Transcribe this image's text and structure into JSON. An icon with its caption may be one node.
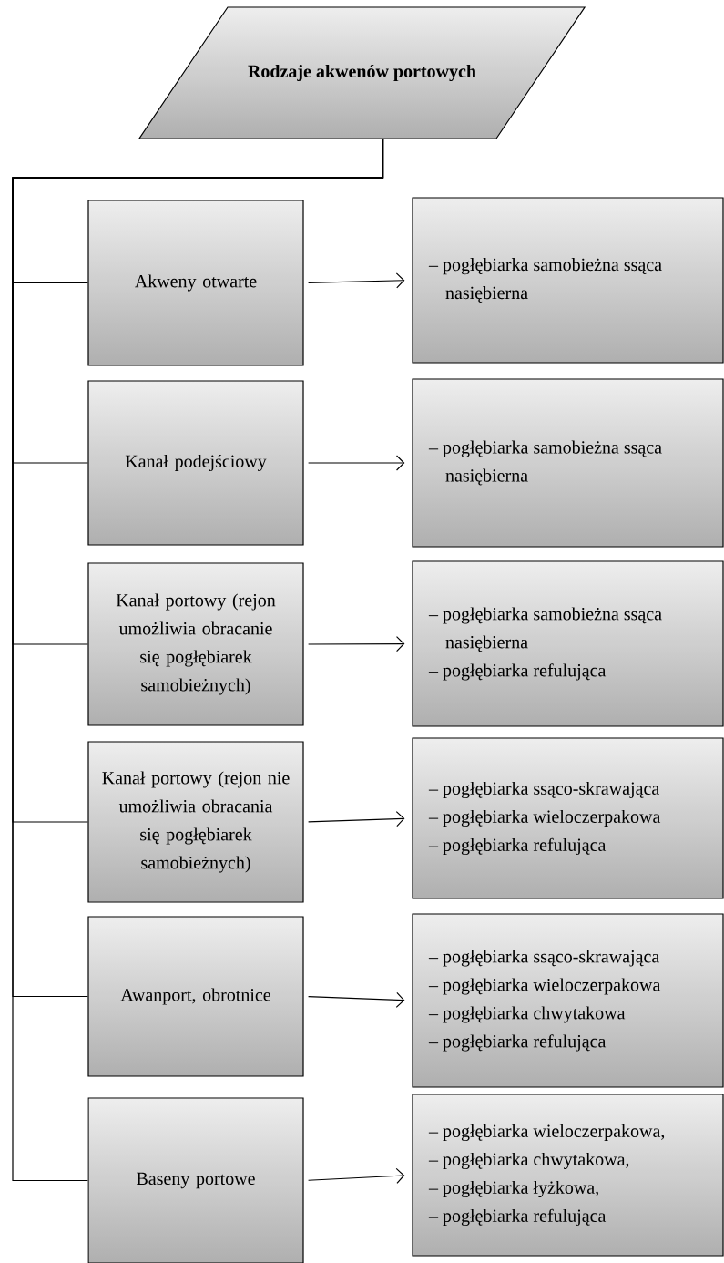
{
  "diagram": {
    "nodes": [
      {
        "text": [
          "Rodzaje akwenów portowych"
        ]
      },
      {
        "text": [
          "Akweny otwarte"
        ]
      },
      {
        "text": [
          "– pogłębiarka samobieżna ssąca nasiębierna"
        ]
      },
      {
        "text": [
          "Kanał podejściowy"
        ]
      },
      {
        "text": [
          "– pogłębiarka samobieżna ssąca nasiębierna"
        ]
      },
      {
        "text": [
          "Kanał portowy (rejon umożliwia obracanie się pogłębiarek samobieżnych)"
        ]
      },
      {
        "text": [
          "– pogłębiarka samobieżna ssąca nasiębierna",
          "– pogłębiarka refulująca"
        ]
      },
      {
        "text": [
          "Kanał portowy (rejon nie umożliwia obracania się pogłębiarek samobieżnych)"
        ]
      },
      {
        "text": [
          "– pogłębiarka ssąco-skrawająca",
          "– pogłębiarka wieloczerpakowa",
          "– pogłębiarka refulująca"
        ]
      },
      {
        "text": [
          "Awanport, obrotnice"
        ]
      },
      {
        "text": [
          "– pogłębiarka ssąco-skrawająca",
          "– pogłębiarka wieloczerpakowa",
          "– pogłębiarka chwytakowa",
          "– pogłębiarka refulująca"
        ]
      },
      {
        "text": [
          "Baseny portowe"
        ]
      },
      {
        "text": [
          "– pogłębiarka wieloczerpakowa,",
          "– pogłębiarka chwytakowa,",
          "– pogłębiarka łyżkowa,",
          "– pogłębiarka refulująca"
        ]
      }
    ],
    "edges": [
      {
        "from": 0,
        "to": 1,
        "arrow": "none"
      },
      {
        "from": 0,
        "to": 3,
        "arrow": "none"
      },
      {
        "from": 0,
        "to": 5,
        "arrow": "none"
      },
      {
        "from": 0,
        "to": 7,
        "arrow": "none"
      },
      {
        "from": 0,
        "to": 9,
        "arrow": "none"
      },
      {
        "from": 0,
        "to": 11,
        "arrow": "none"
      },
      {
        "from": 1,
        "to": 2,
        "arrow": "to"
      },
      {
        "from": 3,
        "to": 4,
        "arrow": "to"
      },
      {
        "from": 5,
        "to": 6,
        "arrow": "to"
      },
      {
        "from": 7,
        "to": 8,
        "arrow": "to"
      },
      {
        "from": 9,
        "to": 10,
        "arrow": "to"
      },
      {
        "from": 11,
        "to": 12,
        "arrow": "to"
      }
    ]
  }
}
